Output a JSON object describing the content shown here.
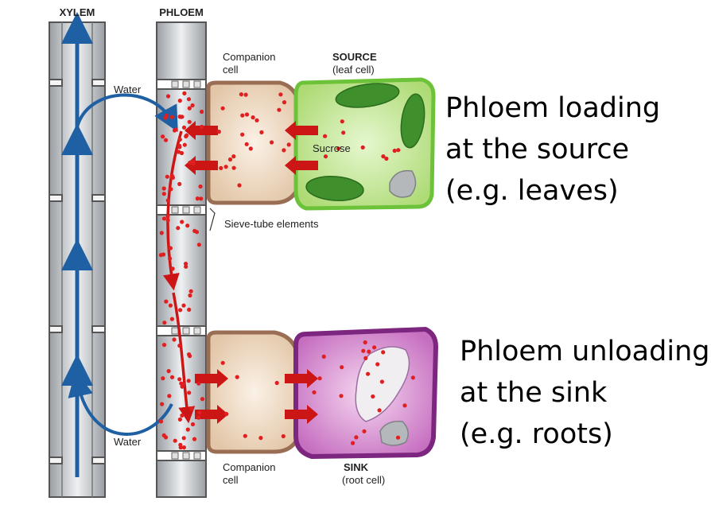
{
  "diagram": {
    "xylem_label": "XYLEM",
    "phloem_label": "PHLOEM",
    "companion_label_top": "Companion",
    "companion_label_top2": "cell",
    "source_label": "SOURCE",
    "source_sub": "(leaf cell)",
    "water_top": "Water",
    "water_bottom": "Water",
    "sucrose_label": "Sucrose",
    "sieve_label": "Sieve-tube elements",
    "companion_label_bottom": "Companion",
    "companion_label_bottom2": "cell",
    "sink_label": "SINK",
    "sink_sub": "(root cell)",
    "colors": {
      "xylem_arrow": "#1f5fa3",
      "sucrose": "#e02020",
      "source_cell": "#9ad35a",
      "sink_cell": "#a0409a",
      "companion_cell": "#e8cfb4"
    }
  },
  "captions": {
    "loading": [
      "Phloem loading",
      "at the source",
      "(e.g. leaves)"
    ],
    "unloading": [
      "Phloem unloading",
      "at the sink",
      "(e.g. roots)"
    ]
  }
}
